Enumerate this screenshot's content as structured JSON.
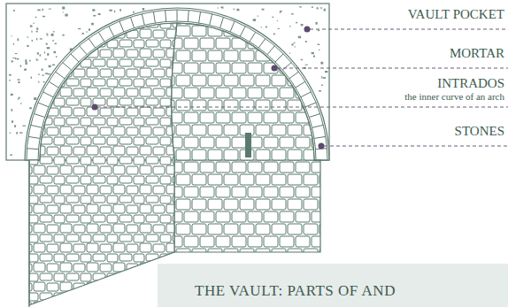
{
  "diagram": {
    "nodes": [
      {
        "text": [
          "THE VAULT: PARTS OF AND"
        ]
      }
    ],
    "labels": [
      "VAULT POCKET",
      "MORTAR",
      "INTRADOS",
      "the inner curve of an arch",
      "STONES"
    ]
  }
}
